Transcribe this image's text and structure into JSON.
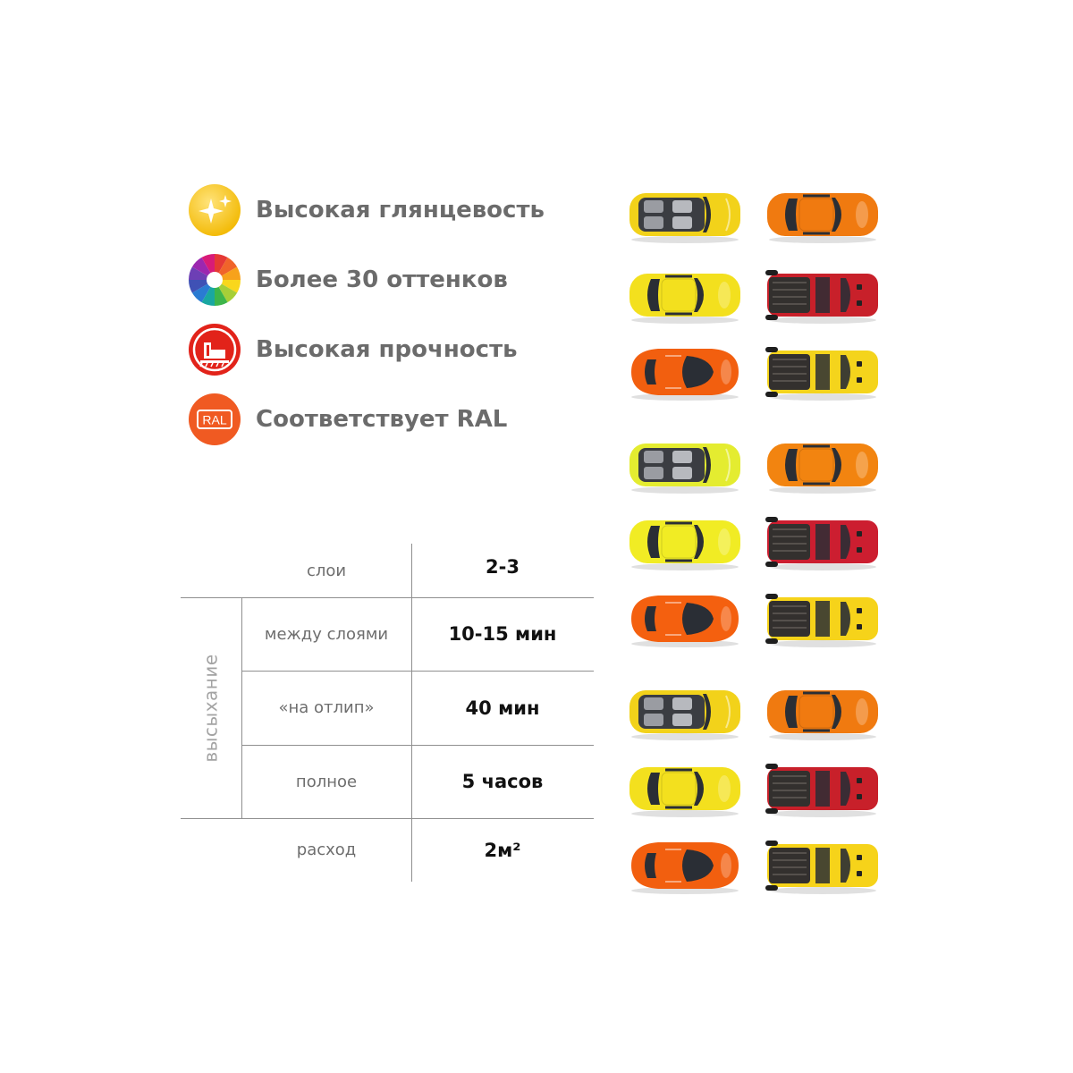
{
  "features": [
    {
      "icon": "sparkle-icon",
      "label": "Высокая глянцевость",
      "color": "#f5c518"
    },
    {
      "icon": "color-wheel-icon",
      "label": "Более 30 оттенков",
      "color": "#e84e8a"
    },
    {
      "icon": "durability-icon",
      "label": "Высокая прочность",
      "color": "#e2231a"
    },
    {
      "icon": "ral-icon",
      "label": "Соответствует RAL",
      "icon_text": "RAL",
      "color": "#f05a22"
    }
  ],
  "specs": {
    "group_label": "высыхание",
    "rows": [
      {
        "name": "слои",
        "value": "2-3"
      },
      {
        "name": "между слоями",
        "value": "10-15 мин"
      },
      {
        "name": "«на отлип»",
        "value": "40 мин"
      },
      {
        "name": "полное",
        "value": "5 часов"
      },
      {
        "name": "расход",
        "value": "2м²"
      }
    ]
  },
  "cars": [
    {
      "type": "convertible",
      "color": "#f2d21a"
    },
    {
      "type": "sedan",
      "color": "#f07a10"
    },
    {
      "type": "sedan",
      "color": "#f3e01e"
    },
    {
      "type": "pickup",
      "color": "#c8202a"
    },
    {
      "type": "sport",
      "color": "#f25f0f"
    },
    {
      "type": "pickup",
      "color": "#f4d41c"
    },
    {
      "type": "convertible",
      "color": "#e4ec30"
    },
    {
      "type": "sedan",
      "color": "#f28410"
    },
    {
      "type": "sedan",
      "color": "#f1ec24"
    },
    {
      "type": "pickup",
      "color": "#cc1e30"
    },
    {
      "type": "sport",
      "color": "#f4600f"
    },
    {
      "type": "pickup",
      "color": "#f6d31a"
    },
    {
      "type": "convertible",
      "color": "#f2d21a"
    },
    {
      "type": "sedan",
      "color": "#f07a10"
    },
    {
      "type": "sedan",
      "color": "#f3e01e"
    },
    {
      "type": "pickup",
      "color": "#c8202a"
    },
    {
      "type": "sport",
      "color": "#f25f0f"
    },
    {
      "type": "pickup",
      "color": "#f6d31a"
    }
  ]
}
